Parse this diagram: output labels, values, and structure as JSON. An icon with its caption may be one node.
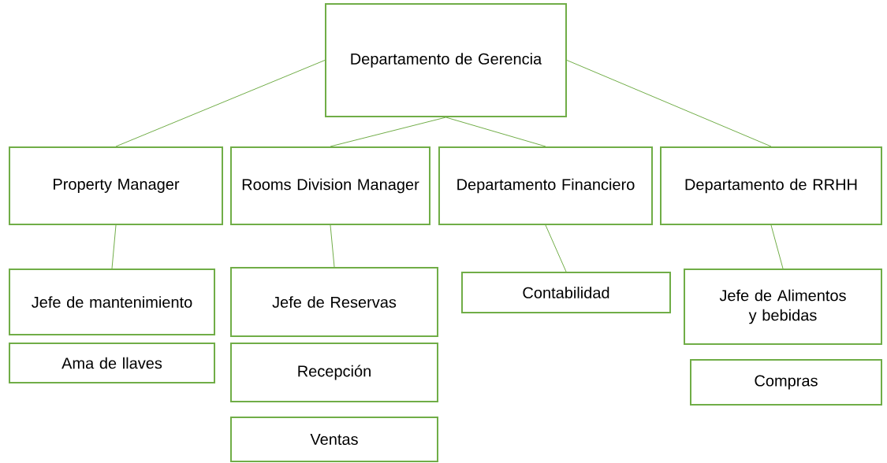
{
  "diagram": {
    "nodes": [
      {
        "text": [
          "Departamento de Gerencia"
        ]
      },
      {
        "text": [
          "Property Manager"
        ]
      },
      {
        "text": [
          "Rooms Division Manager"
        ]
      },
      {
        "text": [
          "Departamento Financiero"
        ]
      },
      {
        "text": [
          "Departamento de RRHH"
        ]
      },
      {
        "text": [
          "Jefe de mantenimiento"
        ]
      },
      {
        "text": [
          "Ama de llaves"
        ]
      },
      {
        "text": [
          "Jefe de Reservas"
        ]
      },
      {
        "text": [
          "Recepción"
        ]
      },
      {
        "text": [
          "Ventas"
        ]
      },
      {
        "text": [
          "Contabilidad"
        ]
      },
      {
        "text": [
          "Jefe de Alimentos y bebidas"
        ]
      },
      {
        "text": [
          "Compras"
        ]
      }
    ],
    "edges": [
      {
        "from": 0,
        "to": 1,
        "arrow": "none"
      },
      {
        "from": 0,
        "to": 2,
        "arrow": "none"
      },
      {
        "from": 0,
        "to": 3,
        "arrow": "none"
      },
      {
        "from": 0,
        "to": 4,
        "arrow": "none"
      },
      {
        "from": 1,
        "to": 5,
        "arrow": "none"
      },
      {
        "from": 2,
        "to": 7,
        "arrow": "none"
      },
      {
        "from": 3,
        "to": 10,
        "arrow": "none"
      },
      {
        "from": 4,
        "to": 11,
        "arrow": "none"
      }
    ]
  }
}
